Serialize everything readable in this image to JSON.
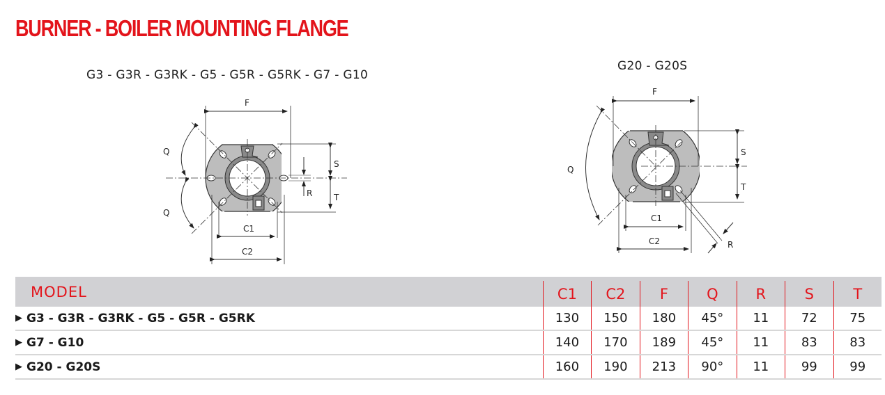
{
  "title": "BURNER - BOILER MOUNTING FLANGE",
  "diagrams": {
    "left": {
      "caption": "G3 - G3R - G3RK - G5 - G5R - G5RK - G7 - G10",
      "labels": {
        "F": "F",
        "Q_top": "Q",
        "Q_bottom": "Q",
        "S": "S",
        "T": "T",
        "R": "R",
        "C1": "C1",
        "C2": "C2"
      }
    },
    "right": {
      "caption": "G20 - G20S",
      "labels": {
        "F": "F",
        "Q": "Q",
        "S": "S",
        "T": "T",
        "R": "R",
        "C1": "C1",
        "C2": "C2"
      }
    }
  },
  "table": {
    "headers": {
      "model": "MODEL",
      "c1": "C1",
      "c2": "C2",
      "f": "F",
      "q": "Q",
      "r": "R",
      "s": "S",
      "t": "T"
    },
    "rows": [
      {
        "marker": "▶",
        "model": "G3 - G3R - G3RK - G5 - G5R - G5RK",
        "c1": "130",
        "c2": "150",
        "f": "180",
        "q": "45°",
        "r": "11",
        "s": "72",
        "t": "75"
      },
      {
        "marker": "▶",
        "model": "G7 - G10",
        "c1": "140",
        "c2": "170",
        "f": "189",
        "q": "45°",
        "r": "11",
        "s": "83",
        "t": "83"
      },
      {
        "marker": "▶",
        "model": "G20 - G20S",
        "c1": "160",
        "c2": "190",
        "f": "213",
        "q": "90°",
        "r": "11",
        "s": "99",
        "t": "99"
      }
    ]
  },
  "colors": {
    "accent": "#e3141b",
    "header_bg": "#d1d1d4",
    "flange_fill": "#bdbdbd",
    "ring_fill": "#8a8a8a"
  }
}
